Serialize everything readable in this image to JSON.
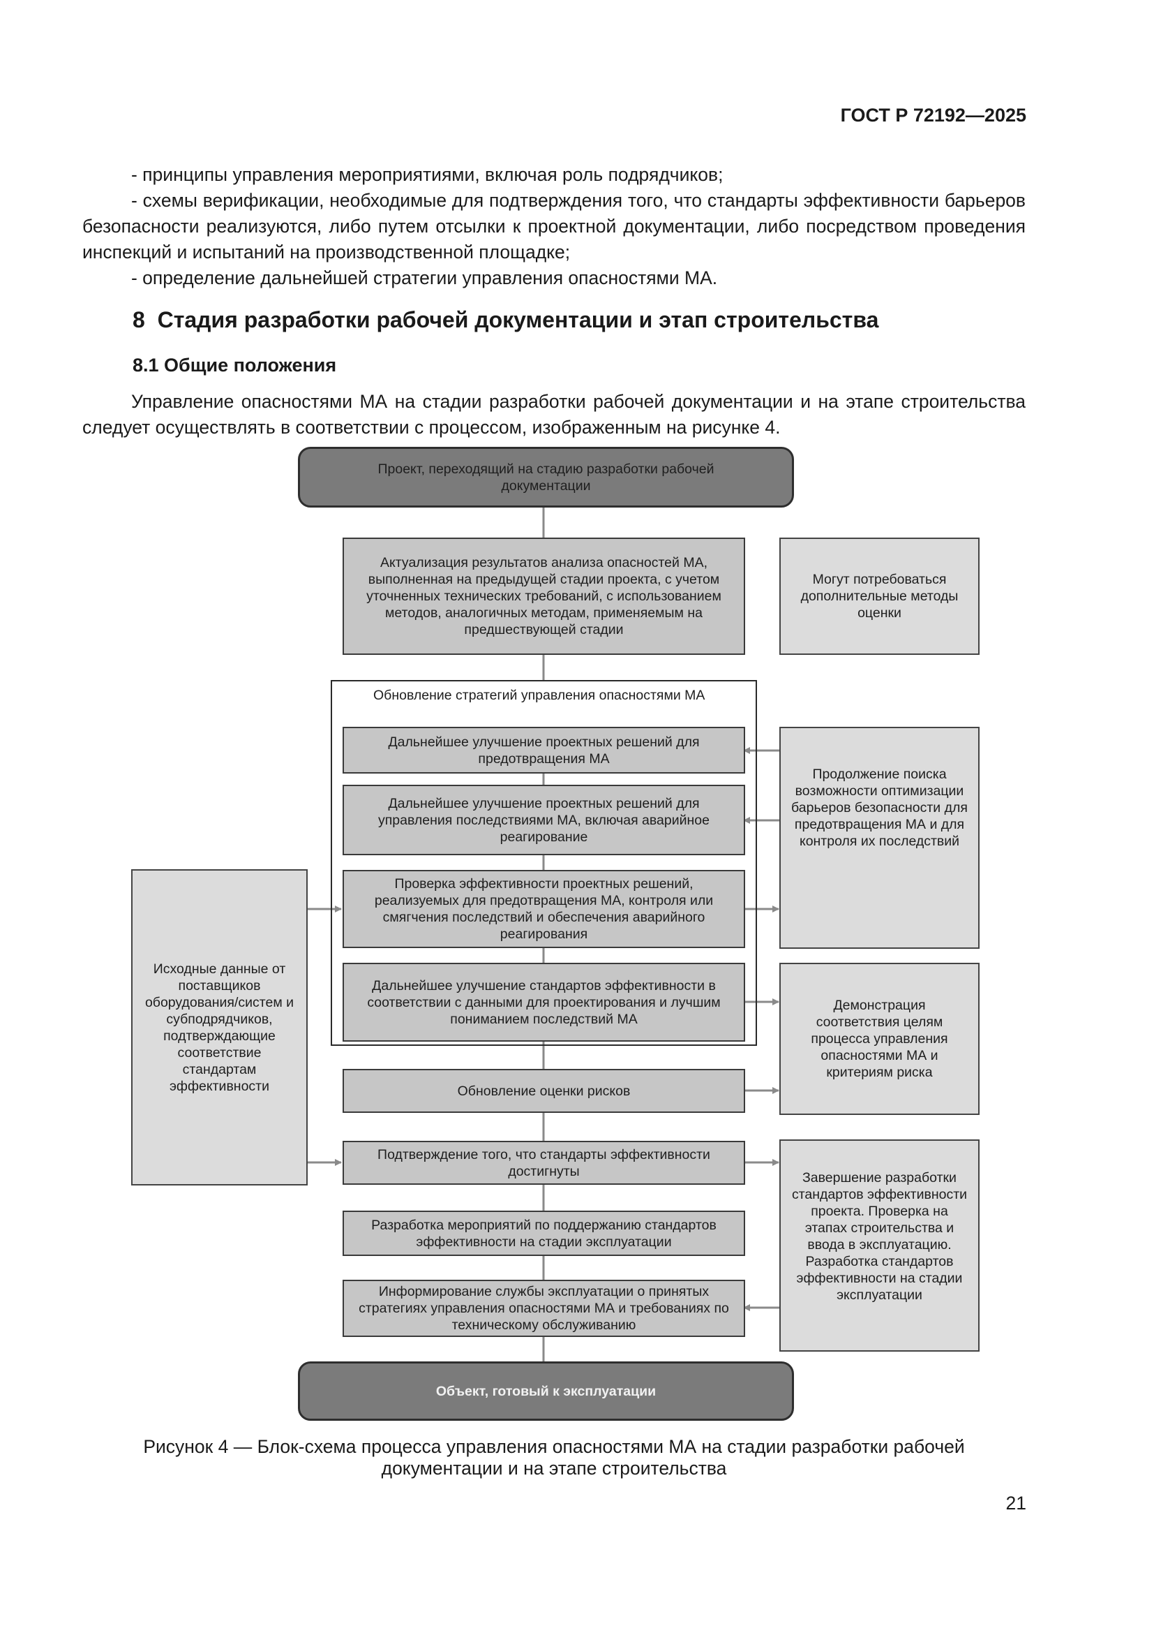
{
  "header": {
    "standard": "ГОСТ Р 72192—2025"
  },
  "intro_bullets": [
    "- принципы управления мероприятиями, включая роль подрядчиков;",
    "- схемы верификации, необходимые для подтверждения того, что стандарты эффективности барьеров безопасности реализуются, либо путем отсылки к проектной документации, либо посредством проведения инспекций и испытаний на производственной площадке;",
    "- определение дальнейшей стратегии управления опасностями МА."
  ],
  "section": {
    "number": "8",
    "title": "Стадия разработки рабочей документации и этап строительства",
    "subsection": "8.1 Общие положения",
    "body": "Управление опасностями МА на стадии разработки рабочей документации и на этапе строительства следует осуществлять в соответствии с процессом, изображенным на рисунке 4."
  },
  "flowchart": {
    "start": "Проект, переходящий на стадию разработки рабочей документации",
    "update_results": "Актуализация результатов анализа опасностей МА, выполненная на предыдущей стадии проекта, с учетом уточненных технических требований, с использованием методов, аналогичных методам, применяемым на предшествующей стадии",
    "additional_methods": "Могут потребоваться дополнительные методы оценки",
    "strategy_group_title": "Обновление стратегий управления опасностями МА",
    "improve_prevention": "Дальнейшее улучшение проектных решений для предотвращения МА",
    "improve_consequences": "Дальнейшее улучшение проектных решений для управления последствиями МА, включая аварийное реагирование",
    "check_efficiency": "Проверка эффективности проектных решений, реализуемых для предотвращения МА, контроля или смягчения последствий и обеспечения аварийного реагирования",
    "improve_standards": "Дальнейшее улучшение стандартов эффективности в соответствии с данными для проектирования и лучшим пониманием последствий МА",
    "update_risk": "Обновление оценки рисков",
    "confirm_standards": "Подтверждение того, что стандарты эффективности достигнуты",
    "develop_measures": "Разработка мероприятий по поддержанию стандартов эффективности на стадии эксплуатации",
    "inform_service": "Информирование службы эксплуатации о принятых стратегиях управления опасностями МА и требованиях по техническому обслуживанию",
    "end": "Объект, готовый к эксплуатации",
    "supplier_data": "Исходные данные от поставщиков оборудования/систем и субподрядчиков, подтверждающие соответствие стандартам эффективности",
    "continue_search": "Продолжение поиска возможности оптимизации барьеров безопасности для предотвращения МА и для контроля их последствий",
    "demonstrate_compliance": "Демонстрация соответствия целям процесса управления опасностями МА и критериям риска",
    "finish_standards": "Завершение разработки стандартов эффективности проекта. Проверка на этапах строительства и ввода в эксплуатацию. Разработка стандартов эффективности на стадии эксплуатации"
  },
  "figure_caption": "Рисунок 4 — Блок-схема процесса управления опасностями МА на стадии разработки рабочей документации и на этапе строительства",
  "page_number": "21"
}
